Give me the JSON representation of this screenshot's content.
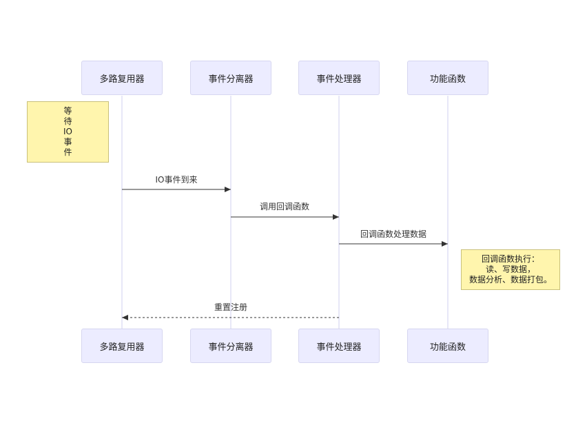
{
  "participants": [
    "多路复用器",
    "事件分离器",
    "事件处理器",
    "功能函数"
  ],
  "notes": {
    "wait": [
      "等",
      "待",
      "IO",
      "事",
      "件"
    ],
    "callback": [
      "回调函数执行：",
      "读、写数据，",
      "数据分析、数据打包。"
    ]
  },
  "messages": [
    {
      "label": "IO事件到来",
      "from": 0,
      "to": 1,
      "style": "solid"
    },
    {
      "label": "调用回调函数",
      "from": 1,
      "to": 2,
      "style": "solid"
    },
    {
      "label": "回调函数处理数据",
      "from": 2,
      "to": 3,
      "style": "solid"
    },
    {
      "label": "重置注册",
      "from": 2,
      "to": 0,
      "style": "dashed"
    }
  ],
  "colors": {
    "actor_fill": "#ECECFF",
    "note_fill": "#FFF5AD",
    "lifeline": "#cfcfef",
    "arrow": "#333333"
  }
}
